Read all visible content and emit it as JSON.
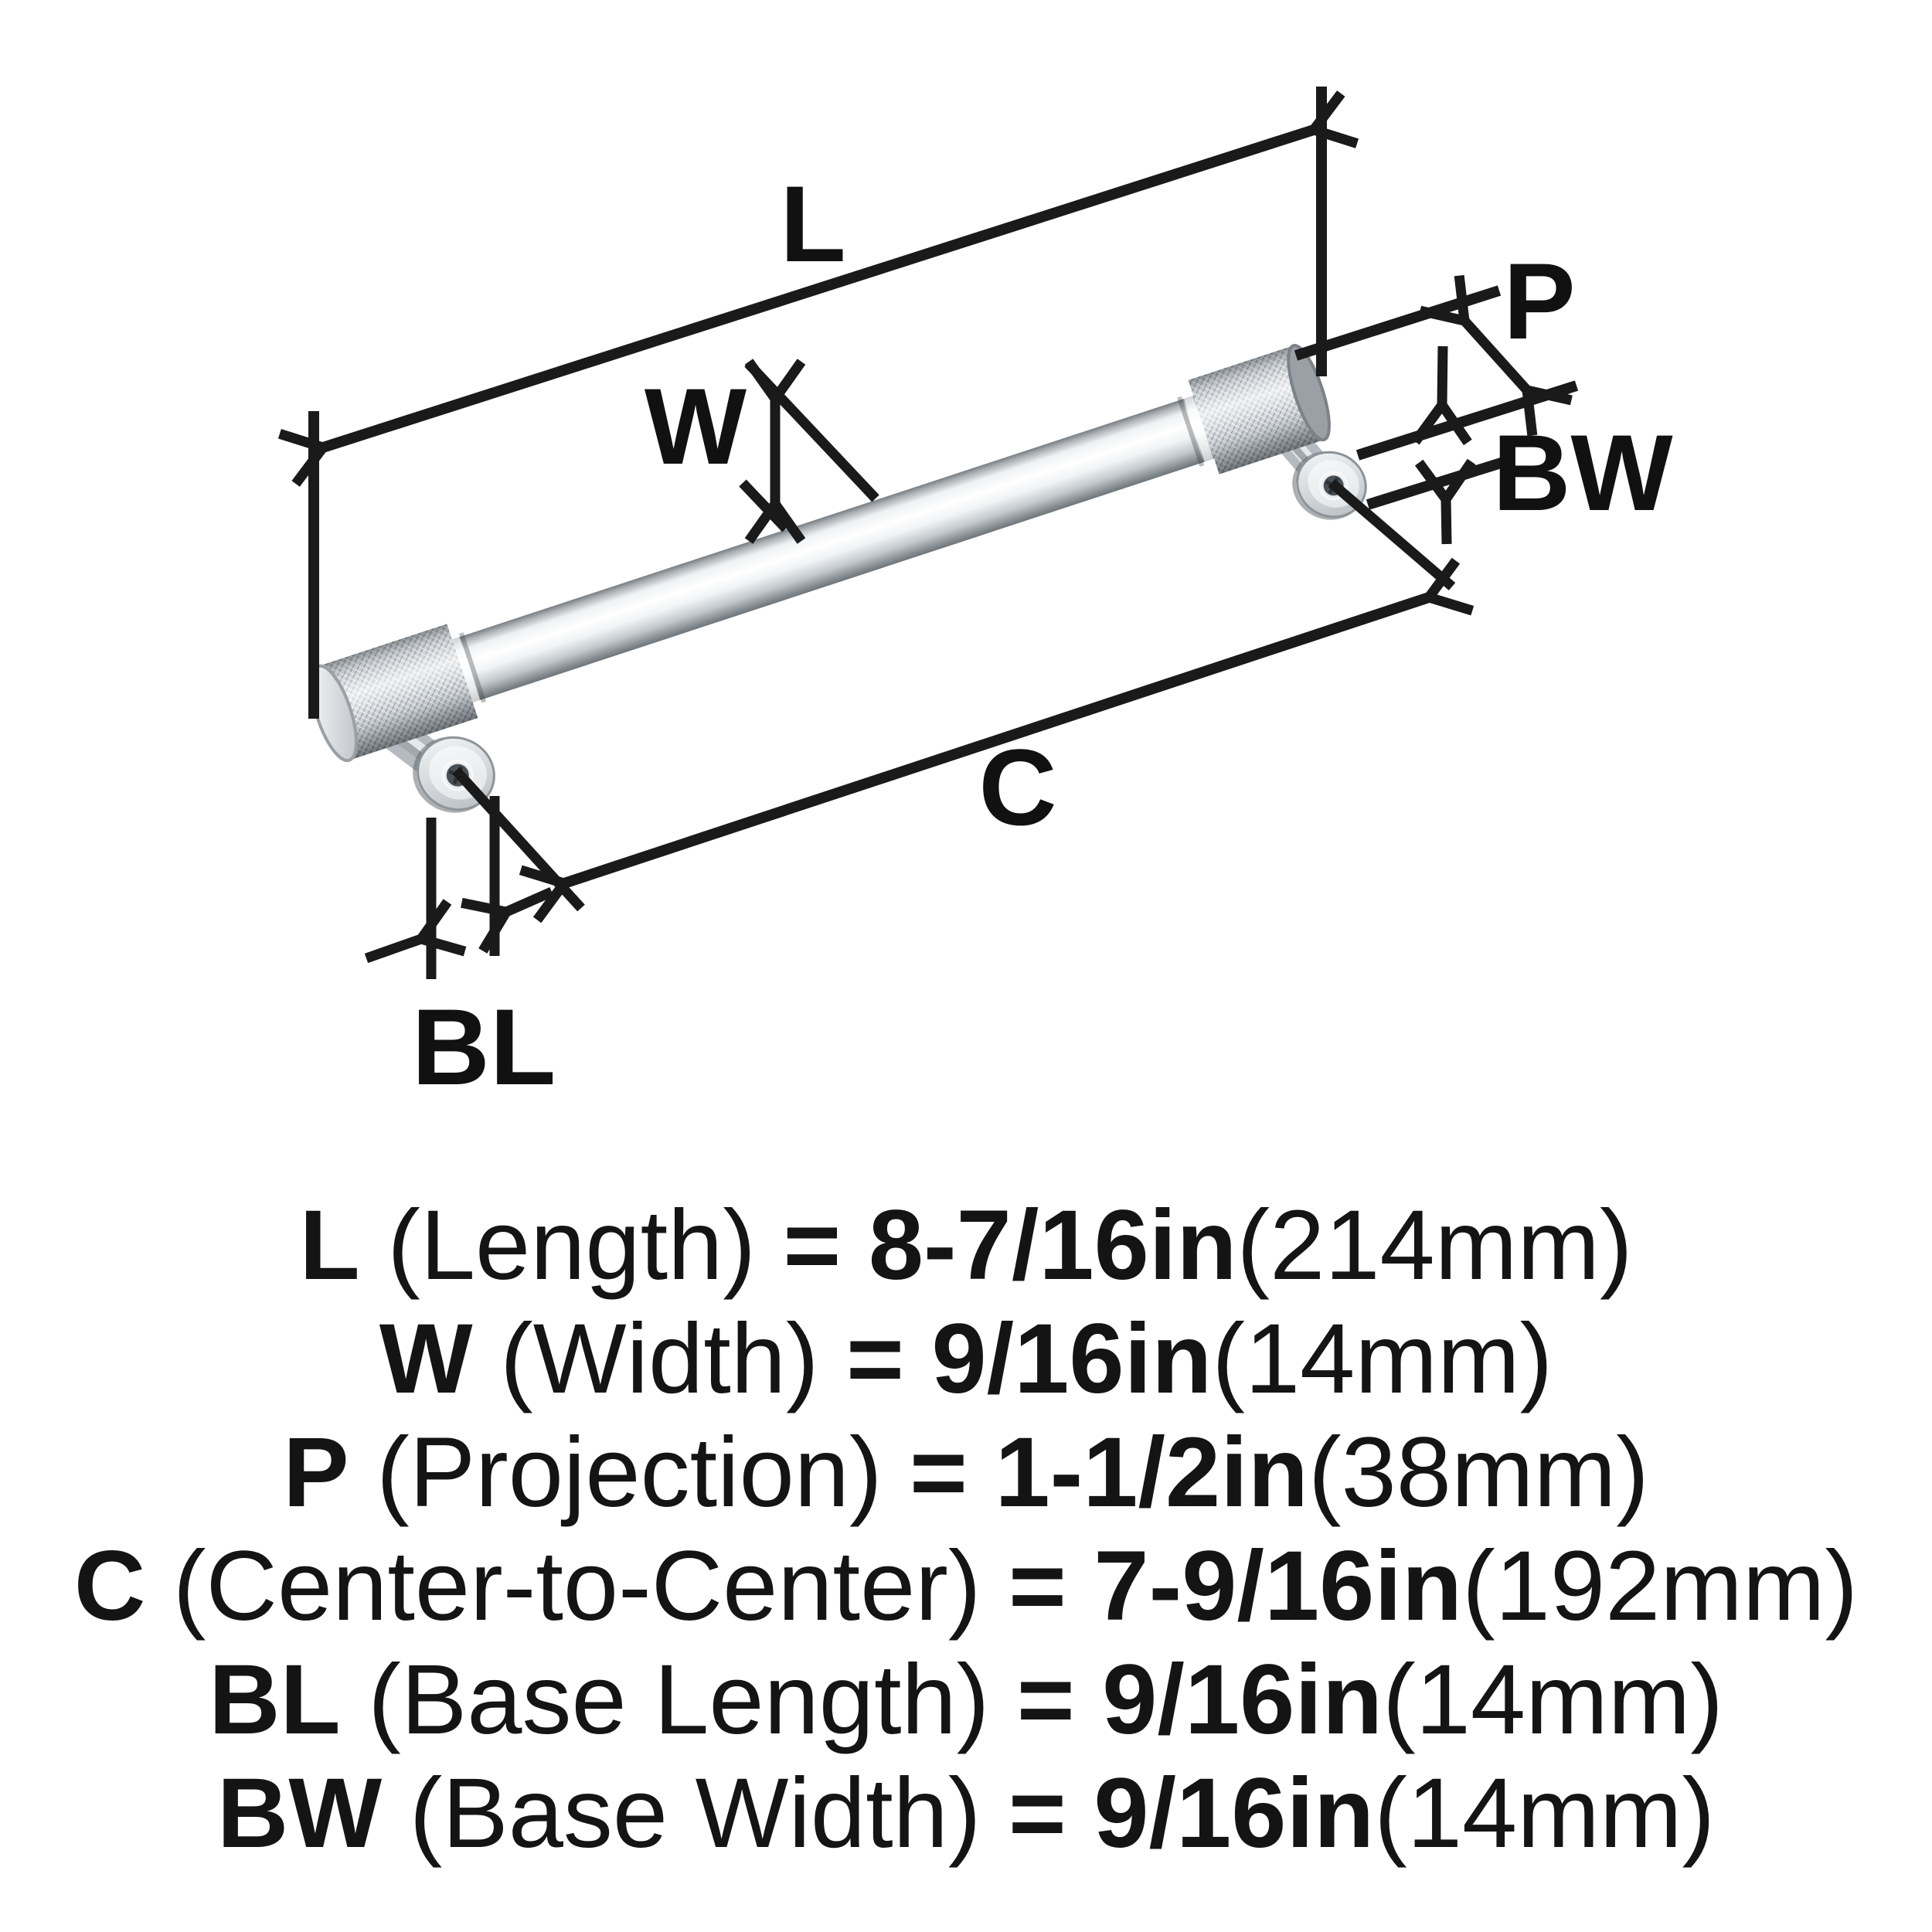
{
  "diagram": {
    "labels": {
      "length": "L",
      "width": "W",
      "projection": "P",
      "center_to_center": "C",
      "base_length": "BL",
      "base_width": "BW"
    }
  },
  "legend": {
    "rows": [
      {
        "key": "L",
        "desc": "(Length)",
        "eq": "=",
        "value_in": "8-7/16in",
        "value_mm": "(214mm)"
      },
      {
        "key": "W",
        "desc": "(Width)",
        "eq": "=",
        "value_in": "9/16in",
        "value_mm": "(14mm)"
      },
      {
        "key": "P",
        "desc": "(Projection)",
        "eq": "=",
        "value_in": "1-1/2in",
        "value_mm": "(38mm)"
      },
      {
        "key": "C",
        "desc": "(Center-to-Center)",
        "eq": "=",
        "value_in": "7-9/16in",
        "value_mm": "(192mm)"
      },
      {
        "key": "BL",
        "desc": "(Base Length)",
        "eq": "=",
        "value_in": "9/16in",
        "value_mm": "(14mm)"
      },
      {
        "key": "BW",
        "desc": "(Base Width)",
        "eq": "=",
        "value_in": "9/16in",
        "value_mm": "(14mm)"
      }
    ]
  },
  "colors": {
    "ink": "#1a1a1a",
    "background": "#ffffff",
    "metal_light": "#f5f7f8",
    "metal_mid": "#c7ccd0",
    "metal_dark": "#8f959a"
  }
}
